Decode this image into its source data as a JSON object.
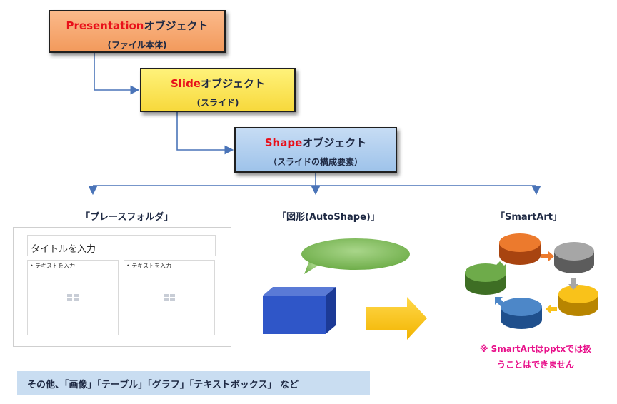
{
  "hierarchy": {
    "presentation": {
      "name": "Presentation",
      "suffix": "オブジェクト",
      "sub": "(ファイル本体)"
    },
    "slide": {
      "name": "Slide",
      "suffix": "オブジェクト",
      "sub": "(スライド)"
    },
    "shape": {
      "name": "Shape",
      "suffix": "オブジェクト",
      "sub": "（スライドの構成要素）"
    }
  },
  "categories": {
    "placeholder": "「プレースフォルダ」",
    "autoshape": "「図形(AutoShape)」",
    "smartart": "「SmartArt」"
  },
  "placeholder_sample": {
    "title": "タイトルを入力",
    "body_left": "• テキストを入力",
    "body_right": "• テキストを入力"
  },
  "smartart_note": {
    "line1": "※ SmartArtはpptxでは扱",
    "line2": "うことはできません"
  },
  "bottom_note": "その他、「画像」「テーブル」「グラフ」「テキストボックス」 など",
  "colors": {
    "presentation_box": "#f4a46c",
    "slide_box": "#fbe455",
    "shape_box": "#b2d0f0",
    "connector": "#4a74b8",
    "highlight_red": "#e8101a",
    "note_pink": "#e8108a",
    "bottom_bar": "#c9ddf1"
  }
}
